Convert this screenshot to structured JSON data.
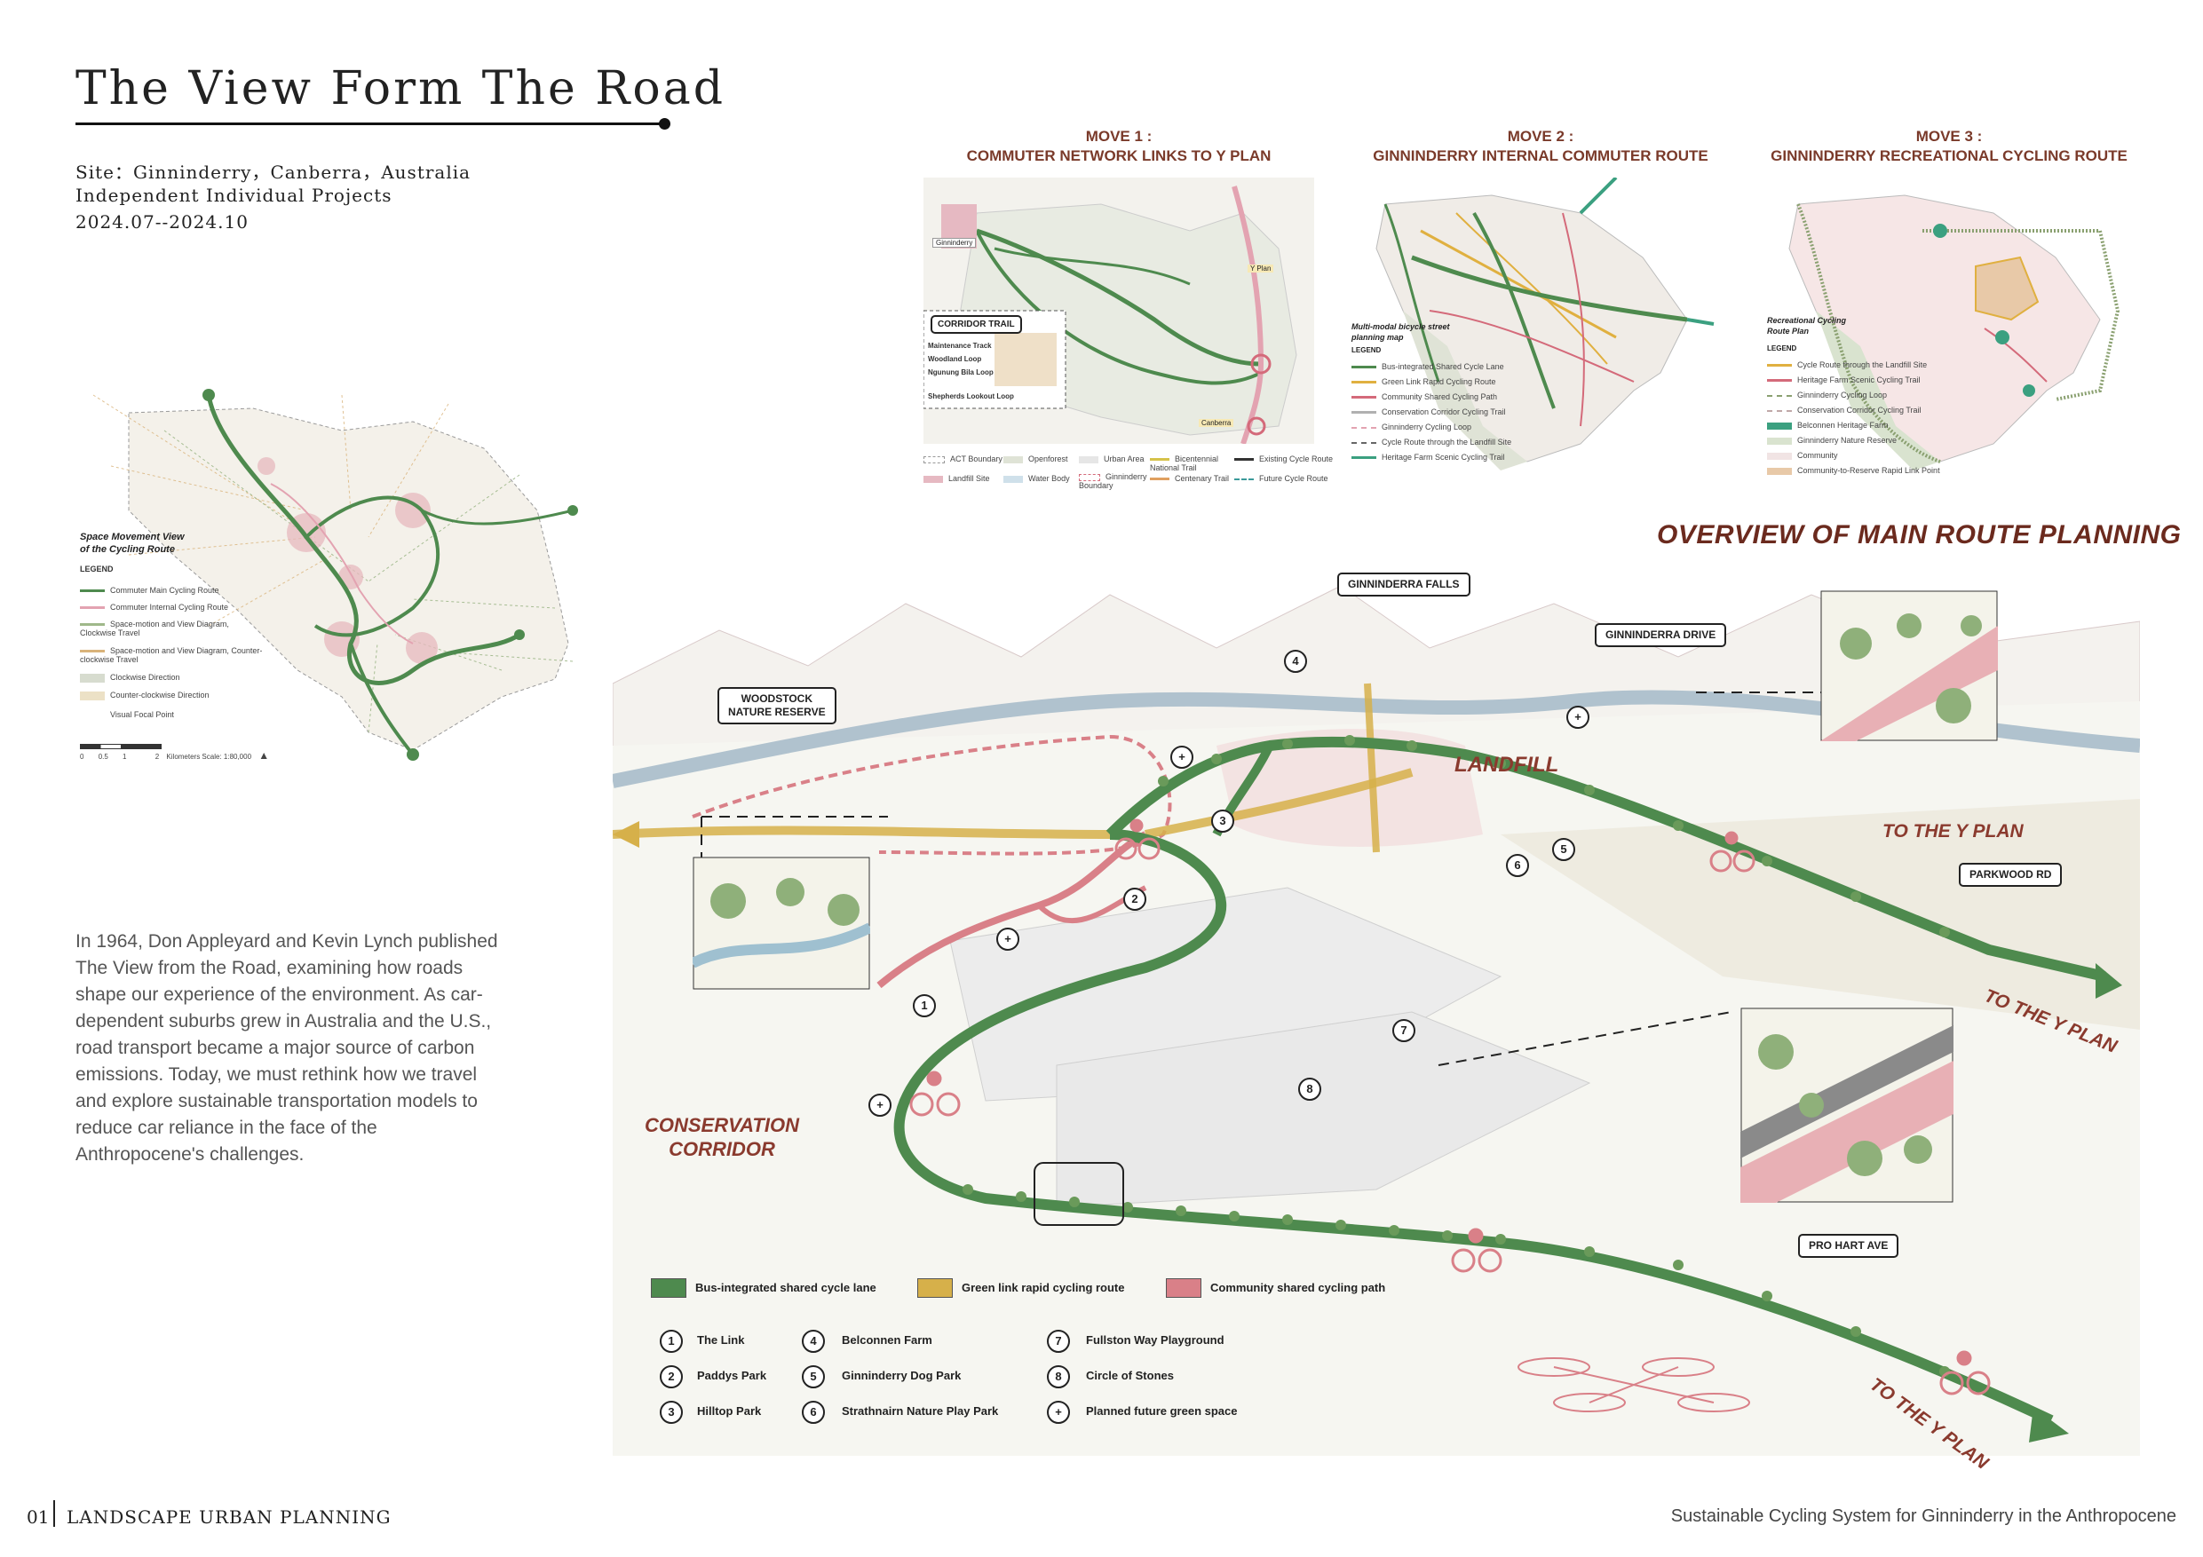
{
  "header": {
    "title": "The View Form The Road",
    "site": "Site：Ginninderry，Canberra，Australia",
    "project_type": "Independent Individual Projects",
    "dates": "2024.07--2024.10"
  },
  "left_map": {
    "title": "Space Movement View\nof the Cycling Route",
    "legend_heading": "LEGEND",
    "legend": [
      {
        "label": "Commuter Main Cycling Route",
        "color": "#4e8a4e"
      },
      {
        "label": "Commuter Internal Cycling Route",
        "color": "#e3a3b1"
      },
      {
        "label": "Space-motion and View Diagram, Clockwise Travel",
        "color": "#9fb88a"
      },
      {
        "label": "Space-motion and View Diagram, Counter-clockwise Travel",
        "color": "#d9b37a"
      },
      {
        "label": "Clockwise Direction",
        "color": "#d7dccf"
      },
      {
        "label": "Counter-clockwise Direction",
        "color": "#ece1c6"
      },
      {
        "label": "Visual Focal Point",
        "color": "#ffffff"
      }
    ],
    "scale_text": "Kilometers  Scale: 1:80,000",
    "scale_ticks": [
      "0",
      "0.5",
      "1",
      "2"
    ]
  },
  "body_paragraph": "In 1964, Don Appleyard and Kevin Lynch published The View from the Road, examining how roads shape our experience of the environment. As car-dependent suburbs grew in Australia and the U.S., road transport became a major source of carbon emissions. Today, we must rethink how we travel and explore sustainable transportation models to reduce car reliance in the face of the Anthropocene's challenges.",
  "moves": [
    {
      "title_line1": "MOVE 1 :",
      "title_line2": "COMMUTER NETWORK LINKS TO Y PLAN",
      "inset_label": "CORRIDOR TRAIL",
      "inset_items": [
        "Maintenance Track",
        "Woodland Loop",
        "Ngunung Bila Loop",
        "Shepherds Lookout Loop"
      ],
      "map_labels": [
        "Ginninderry",
        "Y Plan",
        "Canberra"
      ],
      "legend": [
        {
          "label": "ACT Boundary",
          "color": "#999999"
        },
        {
          "label": "Openforest",
          "color": "#dfe3d6"
        },
        {
          "label": "Urban Area",
          "color": "#e6e6e6"
        },
        {
          "label": "Bicentennial National Trail",
          "color": "#d6c24a"
        },
        {
          "label": "Existing Cycle Route",
          "color": "#333333"
        },
        {
          "label": "Landfill Site",
          "color": "#e6b9c2"
        },
        {
          "label": "Water Body",
          "color": "#cfe0ea"
        },
        {
          "label": "Ginninderry Boundary",
          "color": "#d46a7a"
        },
        {
          "label": "Centenary Trail",
          "color": "#e0a060"
        },
        {
          "label": "Future Cycle Route",
          "color": "#3b9a9a"
        }
      ]
    },
    {
      "title_line1": "MOVE 2 :",
      "title_line2": "GINNINDERRY INTERNAL COMMUTER ROUTE",
      "map_title": "Multi-modal bicycle street planning map",
      "legend_heading": "LEGEND",
      "legend": [
        {
          "label": "Bus-integrated Shared Cycle Lane",
          "color": "#4e8a4e"
        },
        {
          "label": "Green Link Rapid Cycling Route",
          "color": "#e0b040"
        },
        {
          "label": "Community Shared Cycling Path",
          "color": "#d46a7a"
        },
        {
          "label": "Conservation Corridor Cycling Trail",
          "color": "#b0b0b0"
        },
        {
          "label": "Ginninderry Cycling Loop",
          "color": "#e3a3b1"
        },
        {
          "label": "Cycle Route through the Landfill Site",
          "color": "#666666"
        },
        {
          "label": "Heritage Farm Scenic Cycling Trail",
          "color": "#3ba080"
        }
      ]
    },
    {
      "title_line1": "MOVE 3 :",
      "title_line2": "GINNINDERRY RECREATIONAL CYCLING ROUTE",
      "map_title": "Recreational Cycling Route Plan",
      "legend_heading": "LEGEND",
      "legend": [
        {
          "label": "Cycle Route through the Landfill Site",
          "color": "#e0b040"
        },
        {
          "label": "Heritage Farm Scenic Cycling Trail",
          "color": "#d46a7a"
        },
        {
          "label": "Ginninderry Cycling Loop",
          "color": "#8aa070"
        },
        {
          "label": "Conservation Corridor Cycling Trail",
          "color": "#c0a8a8"
        },
        {
          "label": "Belconnen Heritage Farm",
          "color": "#3ba080"
        },
        {
          "label": "Ginninderry Nature Reserve",
          "color": "#d9e3cf"
        },
        {
          "label": "Community",
          "color": "#f1e4e4"
        },
        {
          "label": "Community-to-Reserve Rapid Link Point",
          "color": "#e8c9a8"
        }
      ]
    }
  ],
  "overview": {
    "title": "OVERVIEW OF MAIN ROUTE PLANNING",
    "callouts": {
      "falls": "GINNINDERRA FALLS",
      "drive": "GINNINDERRA DRIVE",
      "woodstock": "WOODSTOCK\nNATURE RESERVE",
      "parkwood": "PARKWOOD RD",
      "prohart": "PRO HART AVE"
    },
    "places": {
      "landfill": "LANDFILL",
      "to_y_plan_1": "TO THE Y PLAN",
      "to_y_plan_2": "TO THE Y PLAN",
      "to_y_plan_3": "TO THE Y PLAN",
      "conservation": "CONSERVATION\nCORRIDOR"
    },
    "route_types": [
      {
        "label": "Bus-integrated shared cycle lane",
        "color": "#4e8a4e"
      },
      {
        "label": "Green link rapid cycling route",
        "color": "#d6b04a"
      },
      {
        "label": "Community shared cycling path",
        "color": "#d98088"
      }
    ],
    "sites": [
      {
        "num": "1",
        "label": "The Link"
      },
      {
        "num": "2",
        "label": "Paddys Park"
      },
      {
        "num": "3",
        "label": "Hilltop Park"
      },
      {
        "num": "4",
        "label": "Belconnen Farm"
      },
      {
        "num": "5",
        "label": "Ginninderry Dog Park"
      },
      {
        "num": "6",
        "label": "Strathnairn Nature Play Park"
      },
      {
        "num": "7",
        "label": "Fullston Way Playground"
      },
      {
        "num": "8",
        "label": "Circle of Stones"
      },
      {
        "num": "+",
        "label": "Planned future green space"
      }
    ]
  },
  "footer": {
    "page_num": "01",
    "section": "LANDSCAPE URBAN PLANNING",
    "subtitle": "Sustainable Cycling System for Ginninderry in the Anthropocene"
  },
  "colors": {
    "green": "#4e8a4e",
    "pink": "#d98088",
    "gold": "#d6b04a",
    "heading_brown": "#6b2a1e",
    "label_red": "#8a3a2e"
  }
}
